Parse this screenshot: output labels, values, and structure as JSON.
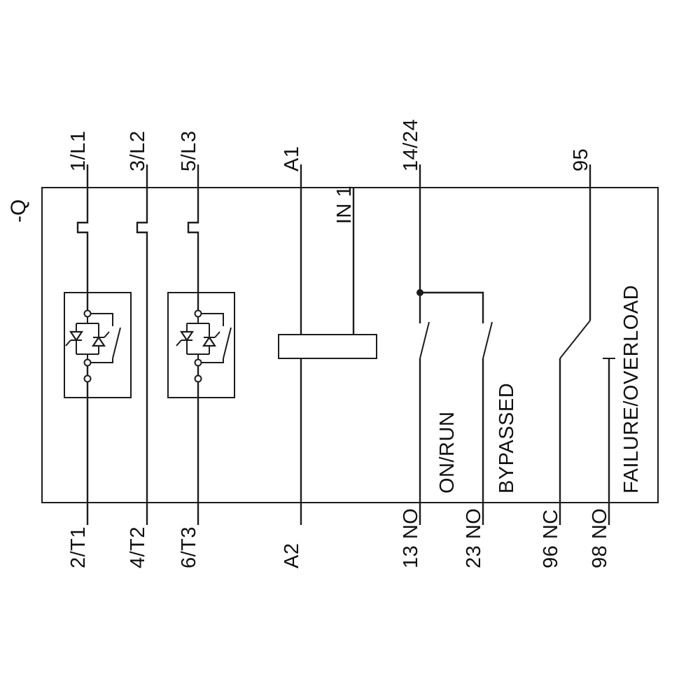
{
  "device": {
    "label": "-Q"
  },
  "terminals": {
    "top": {
      "l1": "1/L1",
      "l2": "3/L2",
      "l3": "5/L3",
      "a1": "A1",
      "in1": "IN 1",
      "aux_supply": "14/24",
      "overload_common": "95"
    },
    "bottom": {
      "t1": "2/T1",
      "t2": "4/T2",
      "t3": "6/T3",
      "a2": "A2",
      "aux13": "13 NO",
      "aux23": "23 NO",
      "aux96": "96 NC",
      "aux98": "98 NO"
    }
  },
  "functions": {
    "on_run": "ON/RUN",
    "bypassed": "BYPASSED",
    "failure_overload": "FAILURE/OVERLOAD"
  },
  "colors": {
    "line": "#1c1c1c",
    "text": "#111111",
    "background": "#ffffff"
  }
}
